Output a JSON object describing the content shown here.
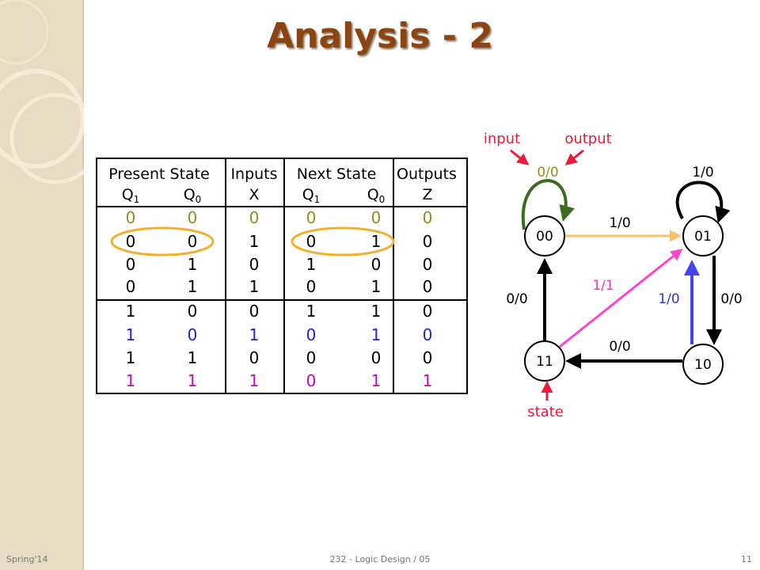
{
  "title": "Analysis - 2",
  "table": {
    "headers": [
      {
        "main": "Present State",
        "sub": [
          "Q",
          "Q"
        ],
        "subscripts": [
          "1",
          "0"
        ]
      },
      {
        "main": "Inputs",
        "sub": [
          "X"
        ],
        "subscripts": [
          ""
        ]
      },
      {
        "main": "Next State",
        "sub": [
          "Q",
          "Q"
        ],
        "subscripts": [
          "1",
          "0"
        ]
      },
      {
        "main": "Outputs",
        "sub": [
          "Z"
        ],
        "subscripts": [
          ""
        ]
      }
    ],
    "rows": [
      {
        "cells": [
          "0",
          "0",
          "0",
          "0",
          "0",
          "0"
        ],
        "colors": [
          "#8f8f1f",
          "#8f8f1f",
          "#8f8f1f",
          "#8f8f1f",
          "#8f8f1f",
          "#8f8f1f"
        ]
      },
      {
        "cells": [
          "0",
          "0",
          "1",
          "0",
          "1",
          "0"
        ],
        "colors": [
          "#000",
          "#000",
          "#000",
          "#000",
          "#000",
          "#000"
        ]
      },
      {
        "cells": [
          "0",
          "1",
          "0",
          "1",
          "0",
          "0"
        ],
        "colors": [
          "#000",
          "#000",
          "#000",
          "#000",
          "#000",
          "#000"
        ]
      },
      {
        "cells": [
          "0",
          "1",
          "1",
          "0",
          "1",
          "0"
        ],
        "colors": [
          "#000",
          "#000",
          "#000",
          "#000",
          "#000",
          "#000"
        ]
      },
      {
        "cells": [
          "1",
          "0",
          "0",
          "1",
          "1",
          "0"
        ],
        "colors": [
          "#000",
          "#000",
          "#000",
          "#000",
          "#000",
          "#000"
        ]
      },
      {
        "cells": [
          "1",
          "0",
          "1",
          "0",
          "1",
          "0"
        ],
        "colors": [
          "#2222cc",
          "#2222cc",
          "#2222cc",
          "#2222cc",
          "#2222cc",
          "#2222cc"
        ]
      },
      {
        "cells": [
          "1",
          "1",
          "0",
          "0",
          "0",
          "0"
        ],
        "colors": [
          "#000",
          "#000",
          "#000",
          "#000",
          "#000",
          "#000"
        ]
      },
      {
        "cells": [
          "1",
          "1",
          "1",
          "0",
          "1",
          "1"
        ],
        "colors": [
          "#cc00cc",
          "#cc00cc",
          "#cc00cc",
          "#cc00cc",
          "#cc00cc",
          "#cc00cc"
        ]
      }
    ]
  },
  "diagram": {
    "states": [
      {
        "id": "s00",
        "label": "00"
      },
      {
        "id": "s01",
        "label": "01"
      },
      {
        "id": "s11",
        "label": "11"
      },
      {
        "id": "s10",
        "label": "10"
      }
    ],
    "transitions": [
      {
        "id": "t00-self",
        "label": "0/0",
        "color": "#3a6b1f",
        "label_color": "#8f8f1f"
      },
      {
        "id": "t01-self",
        "label": "1/0",
        "color": "#000000",
        "label_color": "#000000"
      },
      {
        "id": "t00-01",
        "label": "1/0",
        "color": "#f5c26b",
        "label_color": "#000000"
      },
      {
        "id": "t11-00",
        "label": "0/0",
        "color": "#000000",
        "label_color": "#000000"
      },
      {
        "id": "t11-01",
        "label": "1/1",
        "color": "#ff44cc",
        "label_color": "#ee33cc"
      },
      {
        "id": "t10-01",
        "label": "1/0",
        "color": "#4444ee",
        "label_color": "#3333cc"
      },
      {
        "id": "t01-10",
        "label": "0/0",
        "color": "#000000",
        "label_color": "#000000"
      },
      {
        "id": "t10-11",
        "label": "0/0",
        "color": "#000000",
        "label_color": "#000000"
      }
    ],
    "annotations": [
      {
        "id": "input",
        "text": "input",
        "color": "#ee1a3a"
      },
      {
        "id": "output",
        "text": "output",
        "color": "#ee1a3a"
      },
      {
        "id": "state",
        "text": "state",
        "color": "#ee1a3a"
      }
    ]
  },
  "footer": {
    "left": "Spring'14",
    "center": "232 - Logic Design / 05",
    "right": "11"
  }
}
